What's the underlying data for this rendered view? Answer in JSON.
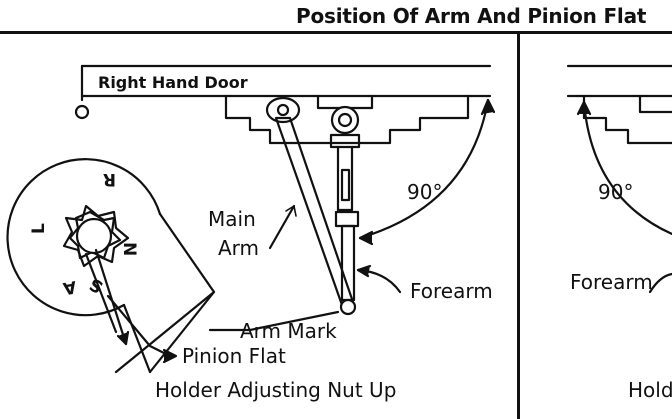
{
  "header": {
    "title": "Position Of Arm And Pinion Flat"
  },
  "left_panel": {
    "door_label": "Right Hand Door",
    "angle": "90°",
    "main_arm_1": "Main",
    "main_arm_2": "Arm",
    "forearm": "Forearm",
    "arm_mark": "Arm Mark",
    "pinion_flat": "Pinion Flat",
    "caption": "Holder Adjusting Nut Up",
    "pinion_letters": {
      "r": "R",
      "l": "L",
      "n": "N",
      "s": "S",
      "a": "A"
    }
  },
  "right_panel": {
    "angle": "90°",
    "forearm": "Forearm",
    "caption": "Hold"
  }
}
